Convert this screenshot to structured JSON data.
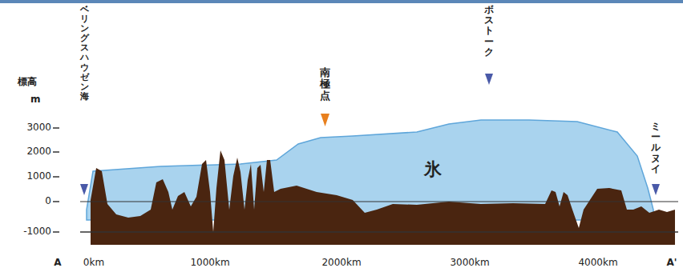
{
  "diagram": {
    "labels": [
      "標高",
      "m",
      "3000",
      "2000",
      "1000",
      "0",
      "-1000",
      "ベリングスハウゼン海",
      "南極点",
      "ボストーク",
      "ミールヌイ",
      "氷",
      "A",
      "A'",
      "0km",
      "1000km",
      "2000km",
      "3000km",
      "4000km"
    ]
  }
}
